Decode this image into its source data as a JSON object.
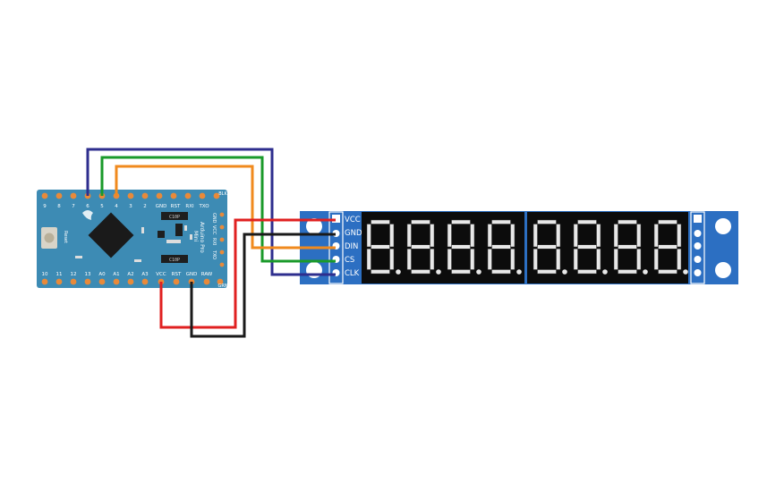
{
  "board": {
    "top_pins": [
      "9",
      "8",
      "7",
      "6",
      "5",
      "4",
      "3",
      "2",
      "GND",
      "RST",
      "RXI",
      "TXO"
    ],
    "bottom_pins": [
      "10",
      "11",
      "12",
      "13",
      "A0",
      "A1",
      "A2",
      "A3",
      "VCC",
      "RST",
      "GND",
      "RAW"
    ],
    "right_pins": [
      "BLK",
      "GND",
      "VCC",
      "RXI",
      "TXO",
      "GRN"
    ],
    "chip_labels": [
      "C10P",
      "C10P"
    ],
    "button_label": "Reset",
    "model_text": [
      "Arduino Pro",
      "Mini"
    ]
  },
  "display": {
    "pin_labels": [
      "VCC",
      "GND",
      "DIN",
      "CS",
      "CLK"
    ],
    "digits": [
      "8.",
      "8.",
      "8.",
      "8.",
      "8.",
      "8.",
      "8.",
      "8."
    ]
  },
  "wires": [
    {
      "name": "wire-vcc",
      "color": "#e02020"
    },
    {
      "name": "wire-gnd",
      "color": "#1a1a1a"
    },
    {
      "name": "wire-din",
      "color": "#f08a1e"
    },
    {
      "name": "wire-cs",
      "color": "#1a9a2a"
    },
    {
      "name": "wire-clk",
      "color": "#2e2e8e"
    }
  ],
  "colors": {
    "pcb_board": "#3d8bb4",
    "pcb_display": "#2c6fc2",
    "pad": "#e88a3a",
    "digit_off": "#333333",
    "digit_on": "#e8e8e8"
  }
}
